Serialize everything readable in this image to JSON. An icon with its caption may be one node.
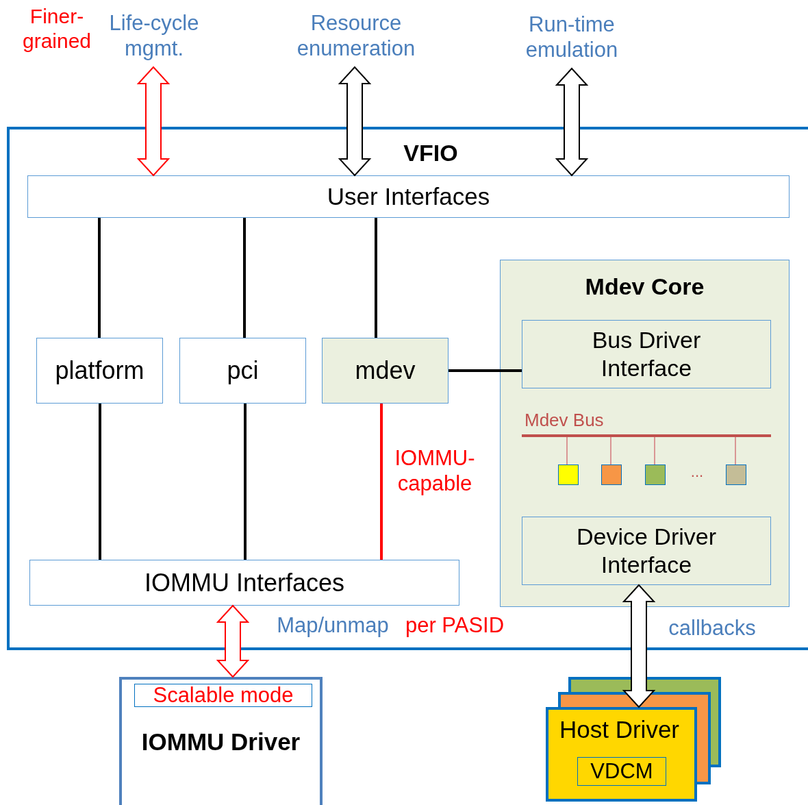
{
  "diagram": {
    "nodes": [
      {
        "text": [
          "Life-cycle mgmt."
        ]
      },
      {
        "text": [
          "Resource enumeration"
        ]
      },
      {
        "text": [
          "Run-time emulation"
        ]
      },
      {
        "text": [
          "VFIO"
        ]
      },
      {
        "text": [
          "User Interfaces"
        ],
        "in": 3
      },
      {
        "text": [
          "platform"
        ],
        "in": 3
      },
      {
        "text": [
          "pci"
        ],
        "in": 3
      },
      {
        "text": [
          "mdev"
        ],
        "in": 3
      },
      {
        "text": [
          "Mdev Core"
        ],
        "in": 3
      },
      {
        "text": [
          "Bus Driver Interface"
        ],
        "in": 8
      },
      {
        "text": [
          "Mdev Bus"
        ],
        "in": 8
      },
      {
        "text": [],
        "shape": "box",
        "in": 8
      },
      {
        "text": [],
        "shape": "box",
        "in": 8
      },
      {
        "text": [],
        "shape": "box",
        "in": 8
      },
      {
        "text": [],
        "shape": "box",
        "in": 8
      },
      {
        "text": [
          "Device Driver Interface"
        ],
        "in": 8
      },
      {
        "text": [
          "IOMMU Interfaces"
        ],
        "in": 3
      },
      {
        "text": [
          "IOMMU Driver"
        ]
      },
      {
        "text": [
          "Scalable mode"
        ],
        "in": 17
      },
      {
        "text": [
          "Host Driver"
        ]
      },
      {
        "text": [
          "VDCM"
        ],
        "in": 19
      }
    ],
    "edges": [
      {
        "from": 0,
        "to": 4,
        "arrow": "both",
        "style": "thick",
        "color": "#ff0000"
      },
      {
        "from": 1,
        "to": 4,
        "arrow": "both",
        "style": "thick"
      },
      {
        "from": 2,
        "to": 4,
        "arrow": "both",
        "style": "thick"
      },
      {
        "from": 4,
        "to": 5,
        "arrow": "none"
      },
      {
        "from": 4,
        "to": 6,
        "arrow": "none"
      },
      {
        "from": 4,
        "to": 7,
        "arrow": "none"
      },
      {
        "from": 5,
        "to": 16,
        "arrow": "none"
      },
      {
        "from": 6,
        "to": 16,
        "arrow": "none"
      },
      {
        "from": 7,
        "to": 16,
        "arrow": "none",
        "color": "#ff0000",
        "label": "IOMMU- capable"
      },
      {
        "from": 7,
        "to": 9,
        "arrow": "none"
      },
      {
        "from": 10,
        "to": 11,
        "arrow": "none",
        "color": "#d99694"
      },
      {
        "from": 10,
        "to": 12,
        "arrow": "none",
        "color": "#d99694"
      },
      {
        "from": 10,
        "to": 13,
        "arrow": "none",
        "color": "#d99694"
      },
      {
        "from": 10,
        "to": 14,
        "arrow": "none",
        "color": "#d99694"
      },
      {
        "from": 16,
        "to": 17,
        "arrow": "both",
        "style": "thick",
        "color": "#ff0000",
        "label": "Map/unmap"
      },
      {
        "from": 15,
        "to": 19,
        "arrow": "both",
        "style": "thick",
        "label": "callbacks"
      }
    ],
    "labels": [
      "Finer- grained",
      "per PASID",
      "..."
    ]
  }
}
